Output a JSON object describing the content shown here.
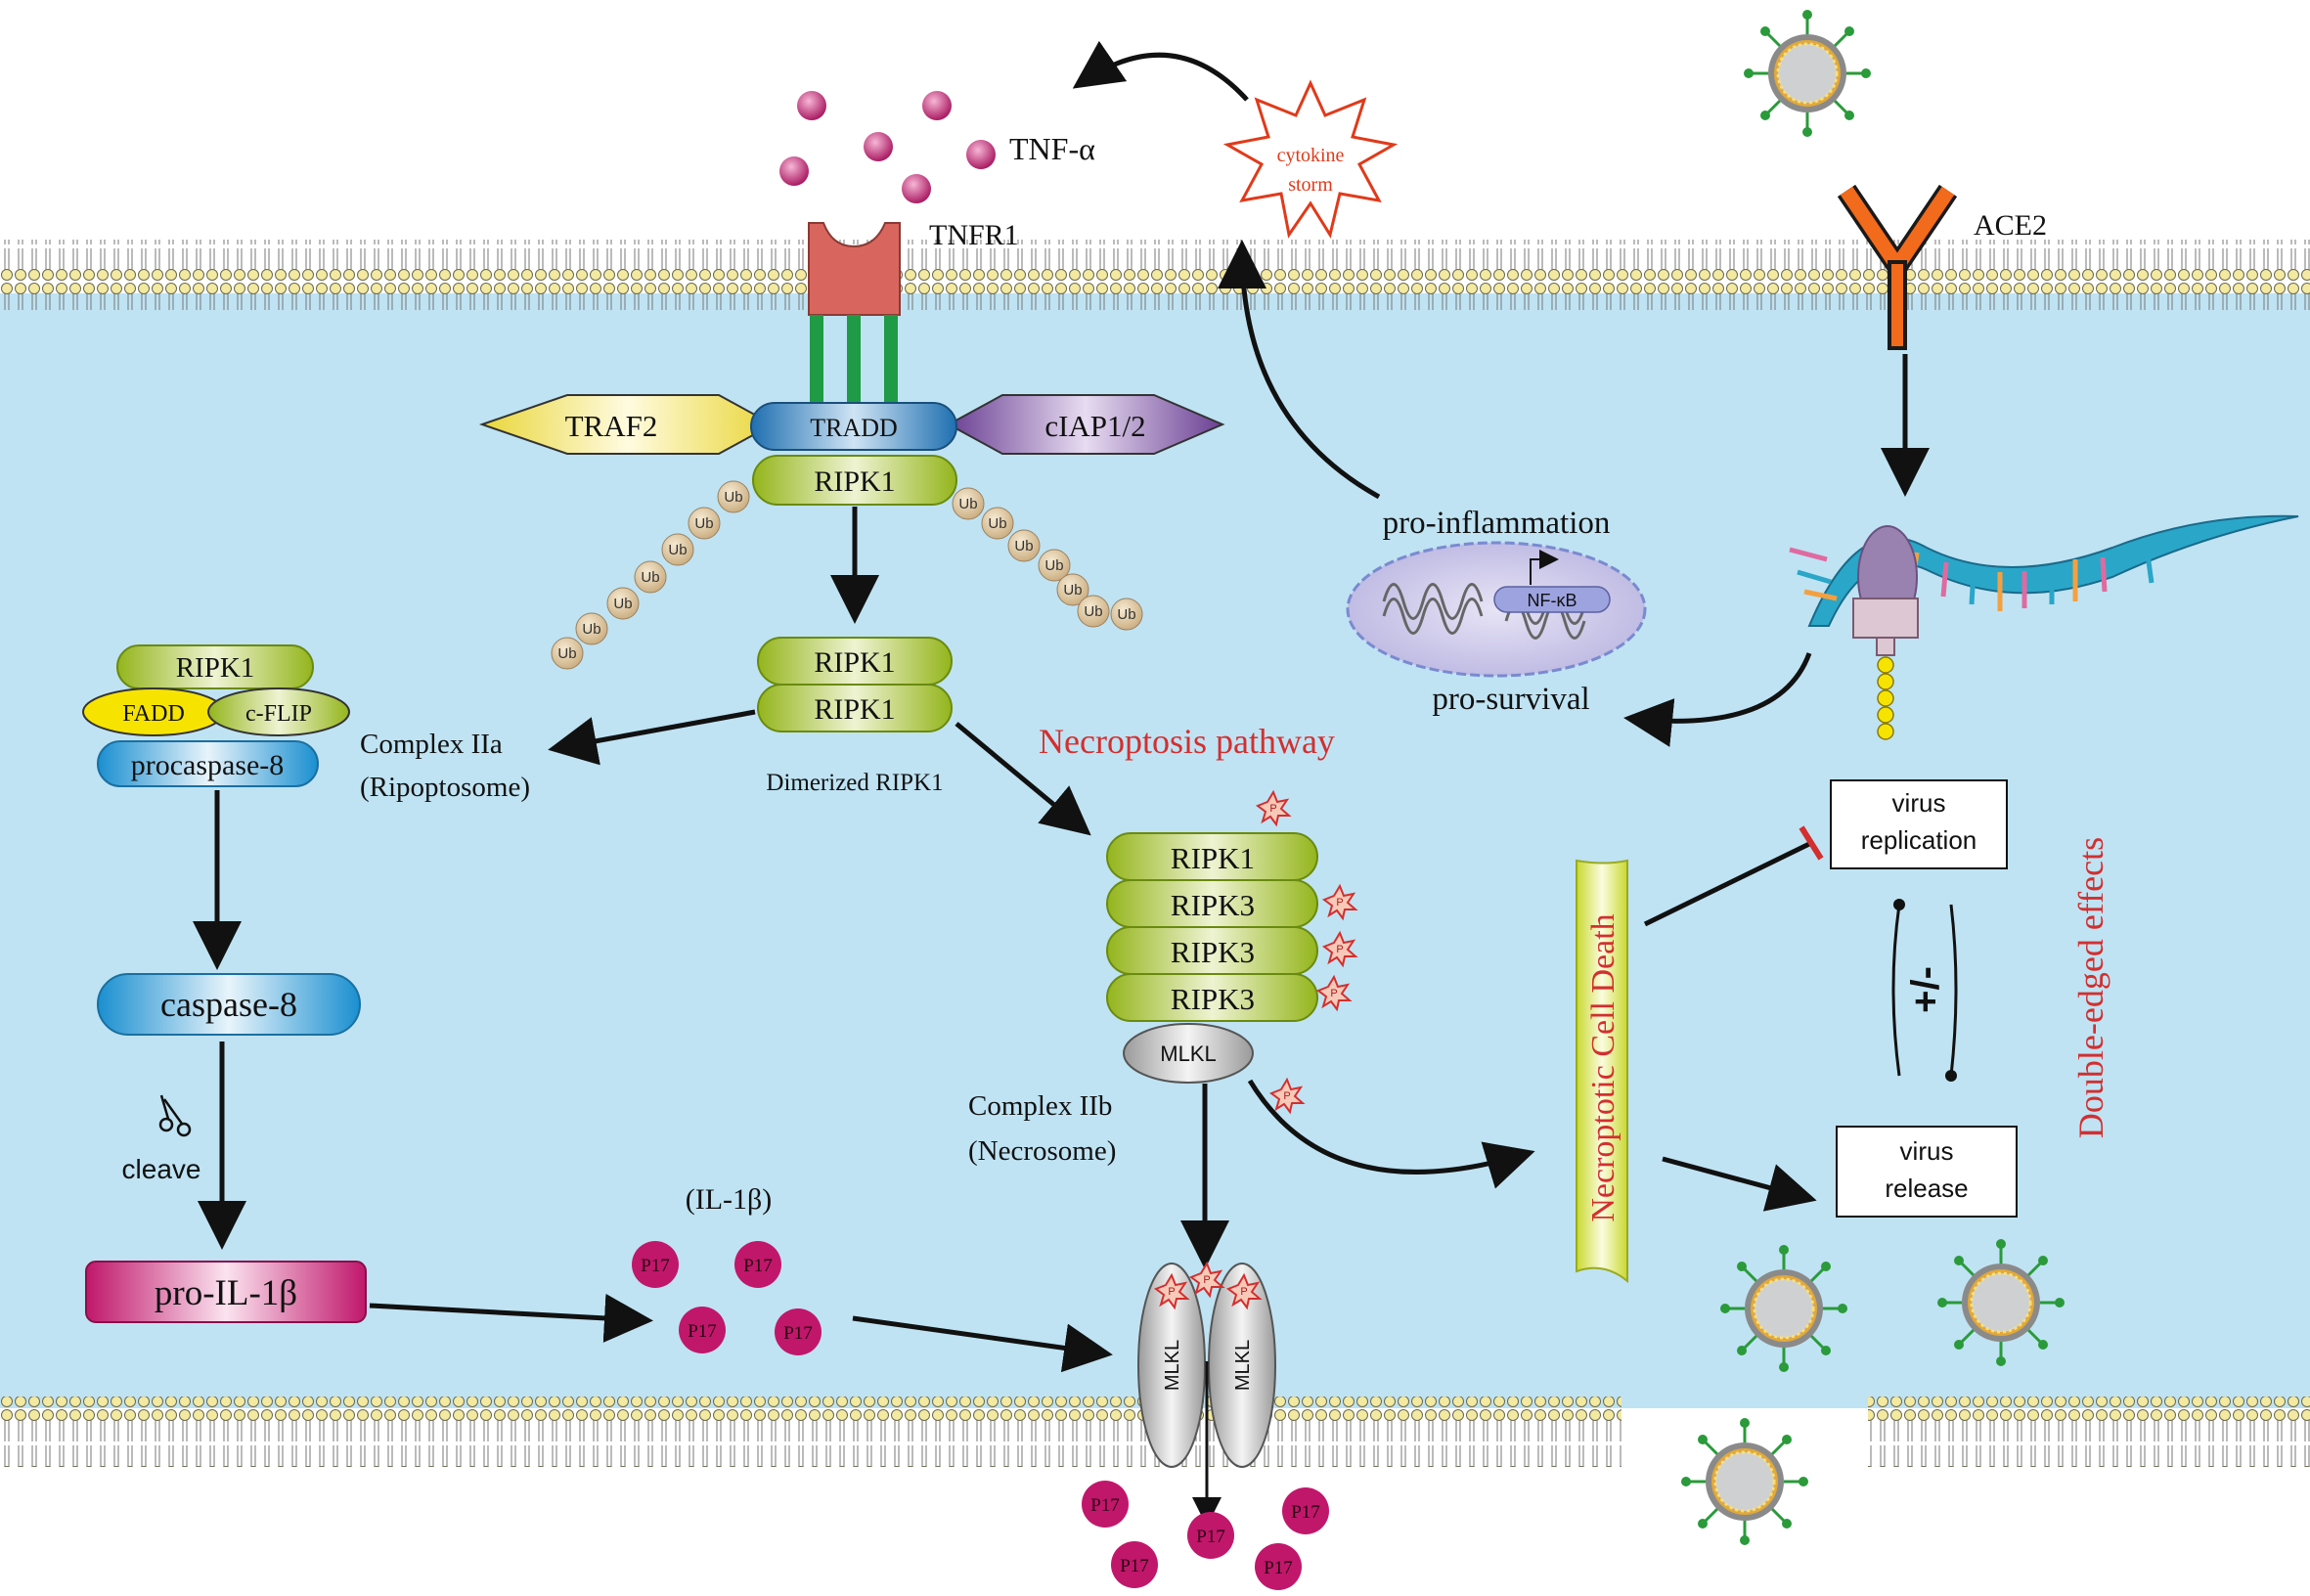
{
  "labels": {
    "tnf_alpha": "TNF-α",
    "tnfr1": "TNFR1",
    "ace2": "ACE2",
    "cytokine_storm_line1": "cytokine",
    "cytokine_storm_line2": "storm",
    "traf2": "TRAF2",
    "tradd": "TRADD",
    "ciap": "cIAP1/2",
    "ripk1": "RIPK1",
    "ripk3": "RIPK3",
    "ub": "Ub",
    "pro_inflammation": "pro-inflammation",
    "pro_survival": "pro-survival",
    "nfkb": "NF-κB",
    "fadd": "FADD",
    "cflip": "c-FLIP",
    "procaspase8": "procaspase-8",
    "complex_iia_line1": "Complex IIa",
    "complex_iia_line2": "(Ripoptosome)",
    "dimerized_ripk1": "Dimerized RIPK1",
    "necroptosis_pathway": "Necroptosis pathway",
    "mlkl": "MLKL",
    "phospho": "P",
    "complex_iib_line1": "Complex IIb",
    "complex_iib_line2": "(Necrosome)",
    "caspase8": "caspase-8",
    "cleave": "cleave",
    "pro_il1b": "pro-IL-1β",
    "il1b": "(IL-1β)",
    "p17": "P17",
    "necroptotic_cell_death": "Necroptotic Cell Death",
    "virus_replication_line1": "virus",
    "virus_replication_line2": "replication",
    "virus_release_line1": "virus",
    "virus_release_line2": "release",
    "plus_minus": "+/-",
    "double_edged_effects": "Double-edged effects"
  },
  "colors": {
    "cytoplasm": "#bfe3f3",
    "lipid_head": "#f3e9a0",
    "lipid_head_stroke": "#6a6a50",
    "receptor_red": "#d9665e",
    "receptor_green": "#1f9a45",
    "ace2_orange": "#f26a1b",
    "ripk_green": "#a9c42e",
    "tradd_blue": "#2a7fc0",
    "caspase_blue": "#1a9de0",
    "traf2_yellow": "#f5e96a",
    "ciap_purple": "#7a4fa0",
    "fadd_yellow": "#f6e400",
    "magenta": "#c0176b",
    "accent_red": "#d32f2f",
    "virus_green": "#2a9a3a",
    "virus_gold": "#e2a83a",
    "rna_cyan": "#2aa6c8"
  }
}
